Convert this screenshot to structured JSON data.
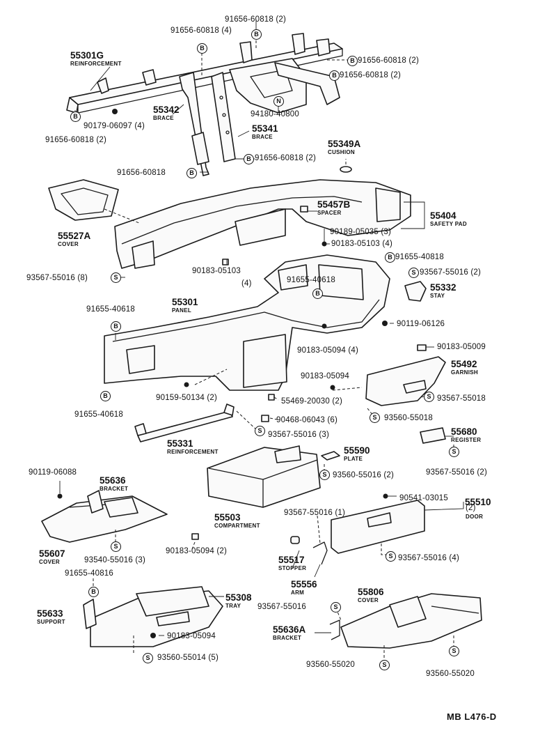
{
  "labels": {
    "p91656_60818_top2": "91656-60818 (2)",
    "p91656_60818_top4": "91656-60818 (4)",
    "p55301g": "55301G",
    "p55301g_name": "REINFORCEMENT",
    "p91656_60818_r1": "91656-60818 (2)",
    "p91656_60818_r2": "91656-60818 (2)",
    "p55342": "55342",
    "p55342_name": "BRACE",
    "p55341": "55341",
    "p55341_name": "BRACE",
    "p94180_40800": "94180-40800",
    "p90179_06097": "90179-06097 (4)",
    "p91656_60818_left": "91656-60818 (2)",
    "p91656_60818_mid": "91656-60818 (2)",
    "p55349a": "55349A",
    "p55349a_name": "CUSHION",
    "p91656_60818_bl": "91656-60818",
    "p55527a": "55527A",
    "p55527a_name": "COVER",
    "p55457b": "55457B",
    "p55457b_name": "SPACER",
    "p55404": "55404",
    "p55404_name": "SAFETY PAD",
    "p90189_05035": "90189-05035 (3)",
    "p90183_05103_r": "90183-05103 (4)",
    "p91655_40818_r": "91655-40818",
    "p93567_55016_r2": "93567-55016 (2)",
    "p90183_05103_c": "90183-05103",
    "p90183_05103_c_qty": "(4)",
    "p93567_55016_8": "93567-55016 (8)",
    "p91655_40618_c": "91655-40618",
    "p55332": "55332",
    "p55332_name": "STAY",
    "p91655_40618_l": "91655-40618",
    "p55301": "55301",
    "p55301_name": "PANEL",
    "p90119_06126": "90119-06126",
    "p90183_05094_c": "90183-05094 (4)",
    "p90183_05009": "90183-05009",
    "p55492": "55492",
    "p55492_name": "GARNISH",
    "p90183_05094_m": "90183-05094",
    "p90159_50134": "90159-50134 (2)",
    "p55469_20030": "55469-20030 (2)",
    "p93567_55018": "93567-55018",
    "p91655_40618_bl": "91655-40618",
    "p90468_06043": "90468-06043 (6)",
    "p93560_55018": "93560-55018",
    "p93567_55016_3": "93567-55016 (3)",
    "p55680": "55680",
    "p55680_name": "REGISTER",
    "p55331": "55331",
    "p55331_name": "REINFORCEMENT",
    "p55590": "55590",
    "p55590_name": "PLATE",
    "p93560_55016_2": "93560-55016 (2)",
    "p93567_55016_2b": "93567-55016 (2)",
    "p90119_06088": "90119-06088",
    "p55636": "55636",
    "p55636_name": "BRACKET",
    "p90541_03015": "90541-03015",
    "p55510": "55510",
    "p55510_qty": "(2)",
    "p55510_name": "DOOR",
    "p55503": "55503",
    "p55503_name": "COMPARTMENT",
    "p93567_55016_1": "93567-55016 (1)",
    "p55607": "55607",
    "p55607_name": "COVER",
    "p93540_55016": "93540-55016 (3)",
    "p90183_05094_2": "90183-05094 (2)",
    "p93567_55016_4": "93567-55016 (4)",
    "p55517": "55517",
    "p55517_name": "STOPPER",
    "p91655_40816": "91655-40816",
    "p55556": "55556",
    "p55556_name": "ARM",
    "p55633": "55633",
    "p55633_name": "SUPPORT",
    "p55308": "55308",
    "p55308_name": "TRAY",
    "p93567_55016_t": "93567-55016",
    "p55806": "55806",
    "p55806_name": "COVER",
    "p55636a": "55636A",
    "p55636a_name": "BRACKET",
    "p90183_05094_t": "90183-05094",
    "p93560_55014": "93560-55014 (5)",
    "p93560_55020_a": "93560-55020",
    "p93560_55020_b": "93560-55020"
  },
  "symbols": {
    "B": "B",
    "S": "S",
    "N": "N"
  },
  "footer": "MB  L476-D"
}
